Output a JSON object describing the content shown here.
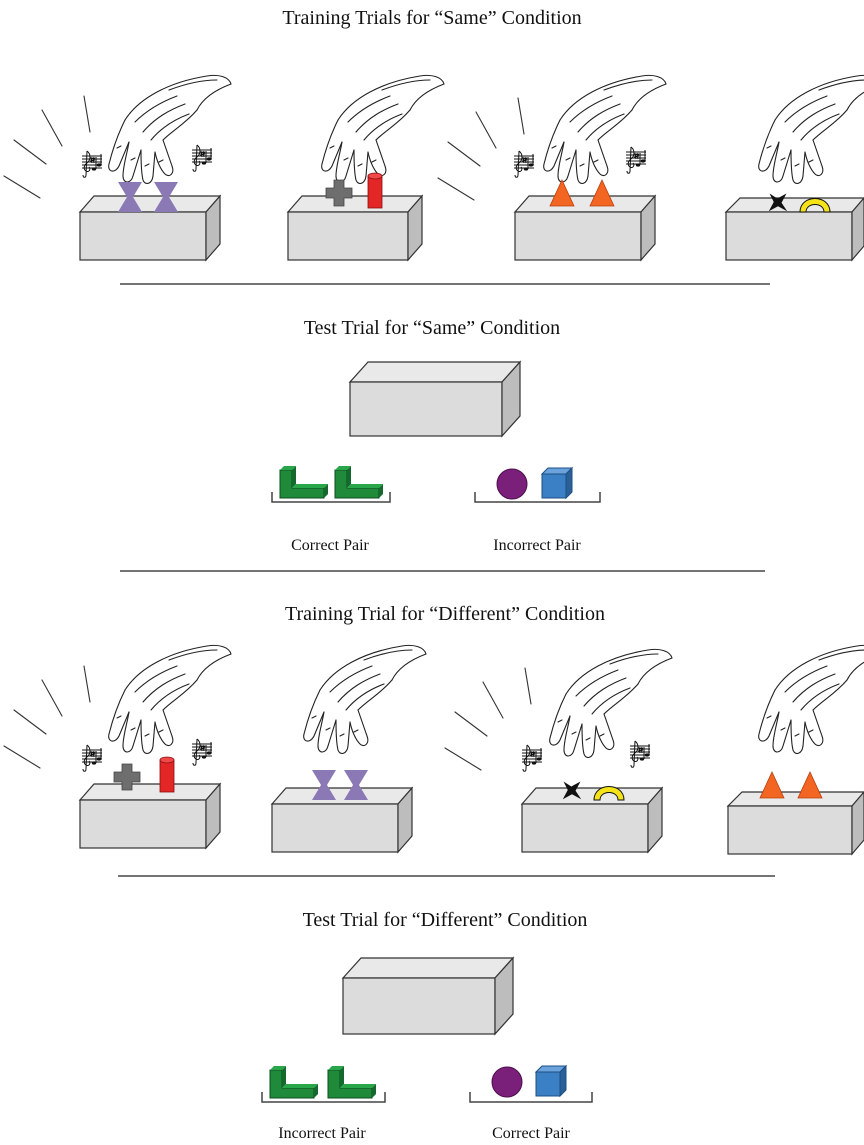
{
  "headings": {
    "training_same": "Training Trials for “Same” Condition",
    "test_same": "Test Trial for “Same” Condition",
    "training_different": "Training Trial for “Different” Condition",
    "test_different": "Test Trial for “Different” Condition"
  },
  "test_same": {
    "left_pair_label": "Correct Pair",
    "right_pair_label": "Incorrect Pair"
  },
  "test_different": {
    "left_pair_label": "Incorrect Pair",
    "right_pair_label": "Correct Pair"
  },
  "icons": [
    "hand-icon",
    "music-notes-icon",
    "sound-lines-icon",
    "box-icon"
  ],
  "colors": {
    "purple_hourglass": "#8b79b6",
    "red_cylinder": "#e32626",
    "gray_cross": "#6e6e6e",
    "orange_triangle": "#f26522",
    "yellow_arch": "#f5e31a",
    "green_l_block": "#1e8a3a",
    "purple_sphere": "#7a1f7a",
    "blue_cube": "#3b7fc4",
    "box_gray": "#dcdcdc"
  }
}
